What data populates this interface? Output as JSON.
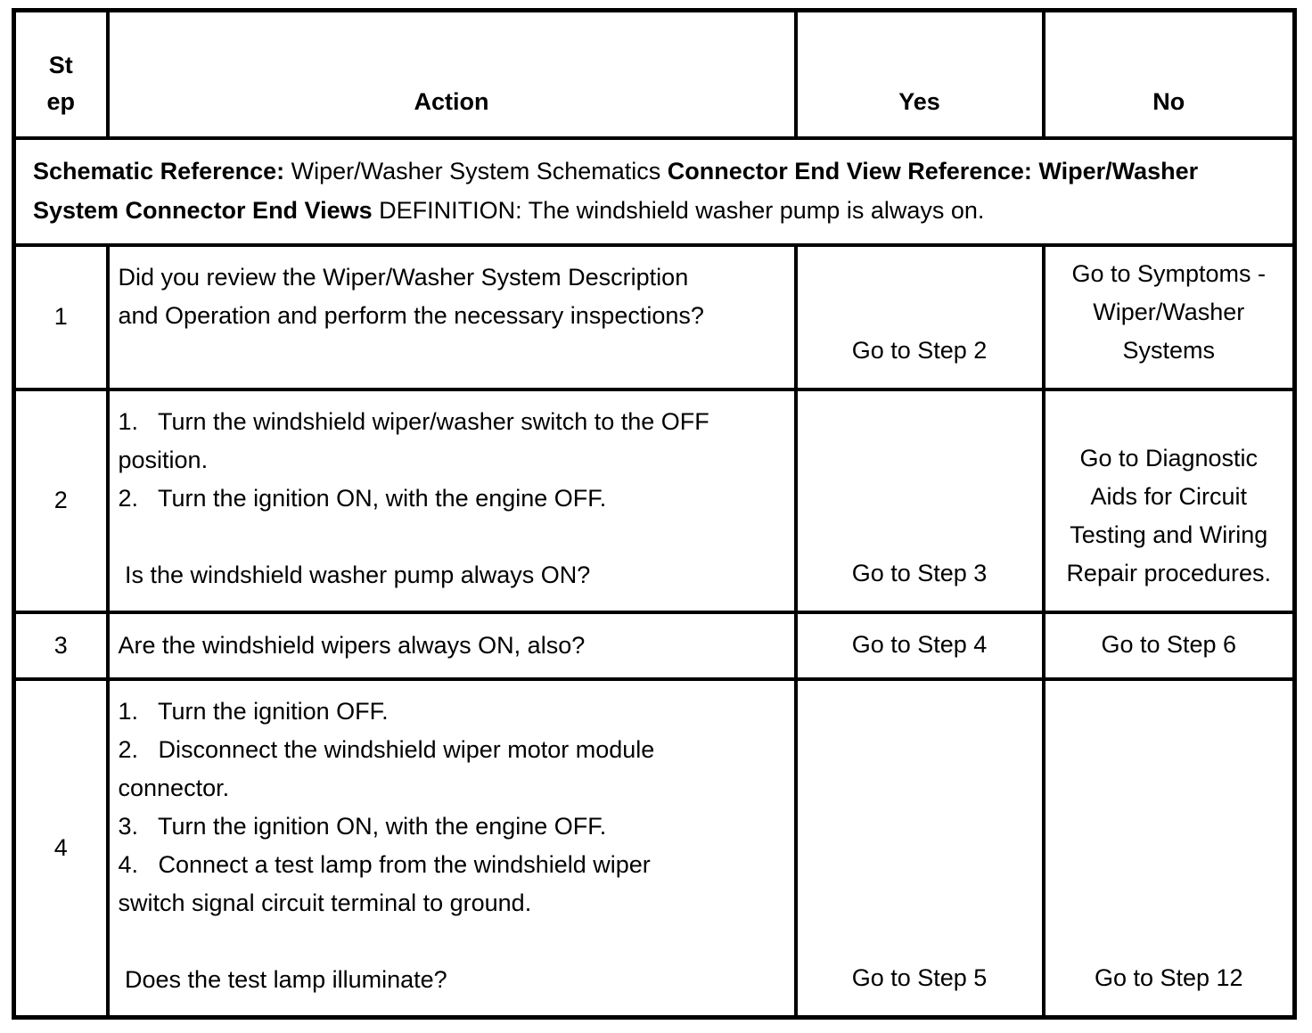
{
  "table": {
    "headers": {
      "step": "St\nep",
      "action": "Action",
      "yes": "Yes",
      "no": "No"
    },
    "reference_note": [
      {
        "text": "Schematic Reference:",
        "bold": true
      },
      {
        "text": " Wiper/Washer System Schematics ",
        "bold": false
      },
      {
        "text": "Connector End View Reference: Wiper/Washer\nSystem Connector End Views",
        "bold": true
      },
      {
        "text": " DEFINITION: The windshield washer pump is always on.",
        "bold": false
      }
    ],
    "rows": [
      {
        "step": "1",
        "action": "Did you review the Wiper/Washer System Description\nand Operation and perform the necessary inspections?",
        "yes": "Go to Step 2",
        "no": "Go to Symptoms -\nWiper/Washer\nSystems"
      },
      {
        "step": "2",
        "action": "1.   Turn the windshield wiper/washer switch to the OFF\nposition.\n2.   Turn the ignition ON, with the engine OFF.\n\n Is the windshield washer pump always ON?",
        "yes": "Go to Step 3",
        "no": "Go to Diagnostic\nAids for Circuit\nTesting and Wiring\nRepair procedures."
      },
      {
        "step": "3",
        "action": "Are the windshield wipers always ON, also?",
        "yes": "Go to Step 4",
        "no": "Go to Step 6"
      },
      {
        "step": "4",
        "action": "1.   Turn the ignition OFF.\n2.   Disconnect the windshield wiper motor module\nconnector.\n3.   Turn the ignition ON, with the engine OFF.\n4.   Connect a test lamp from the windshield wiper\nswitch signal circuit terminal to ground.\n\n Does the test lamp illuminate?",
        "yes": "Go to Step 5",
        "no": "Go to Step 12"
      }
    ]
  }
}
